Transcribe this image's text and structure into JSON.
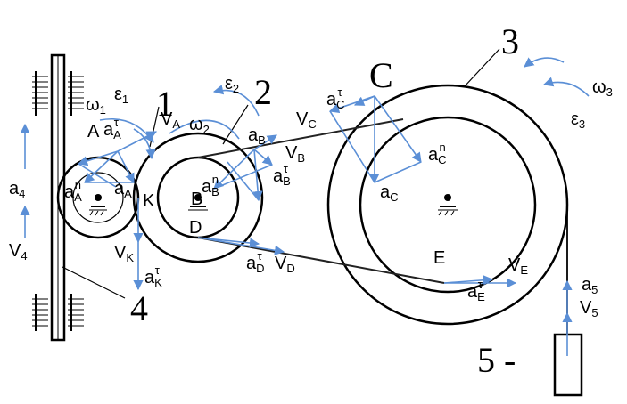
{
  "labels": {
    "omega1": {
      "main": "ω",
      "sub": "1"
    },
    "eps1": {
      "main": "ε",
      "sub": "1"
    },
    "VA": {
      "main": "V",
      "sub": "A"
    },
    "aA_tau": {
      "main": "a",
      "sub": "A",
      "sup": "τ"
    },
    "aA_n": {
      "main": "a",
      "sub": "A",
      "sup": "n"
    },
    "aA": {
      "main": "a",
      "sub": "A"
    },
    "A": "A",
    "K": "K",
    "VK": {
      "main": "V",
      "sub": "K"
    },
    "aK_tau": {
      "main": "a",
      "sub": "K",
      "sup": "τ"
    },
    "a4": {
      "main": "a",
      "sub": "4"
    },
    "V4": {
      "main": "V",
      "sub": "4"
    },
    "eps2": {
      "main": "ε",
      "sub": "2"
    },
    "omega2": {
      "main": "ω",
      "sub": "2"
    },
    "aB": {
      "main": "a",
      "sub": "B"
    },
    "VB": {
      "main": "V",
      "sub": "B"
    },
    "aB_tau": {
      "main": "a",
      "sub": "B",
      "sup": "τ"
    },
    "aB_n": {
      "main": "a",
      "sub": "B",
      "sup": "n"
    },
    "B": "B",
    "D": "D",
    "aD_tau": {
      "main": "a",
      "sub": "D",
      "sup": "τ"
    },
    "VD": {
      "main": "V",
      "sub": "D"
    },
    "VC": {
      "main": "V",
      "sub": "C"
    },
    "aC_tau": {
      "main": "a",
      "sub": "C",
      "sup": "τ"
    },
    "aC_n": {
      "main": "a",
      "sub": "C",
      "sup": "n"
    },
    "aC": {
      "main": "a",
      "sub": "C"
    },
    "C": "C",
    "E": "E",
    "VE": {
      "main": "V",
      "sub": "E"
    },
    "aE_tau": {
      "main": "a",
      "sub": "E",
      "sup": "τ"
    },
    "omega3": {
      "main": "ω",
      "sub": "3"
    },
    "eps3": {
      "main": "ε",
      "sub": "3"
    },
    "a5": {
      "main": "a",
      "sub": "5"
    },
    "V5": {
      "main": "V",
      "sub": "5"
    },
    "num1": "1",
    "num2": "2",
    "num3": "3",
    "num4": "4",
    "num5": "5 -"
  },
  "colors": {
    "vector": "#5b8fd6",
    "mechanism": "#000000"
  }
}
